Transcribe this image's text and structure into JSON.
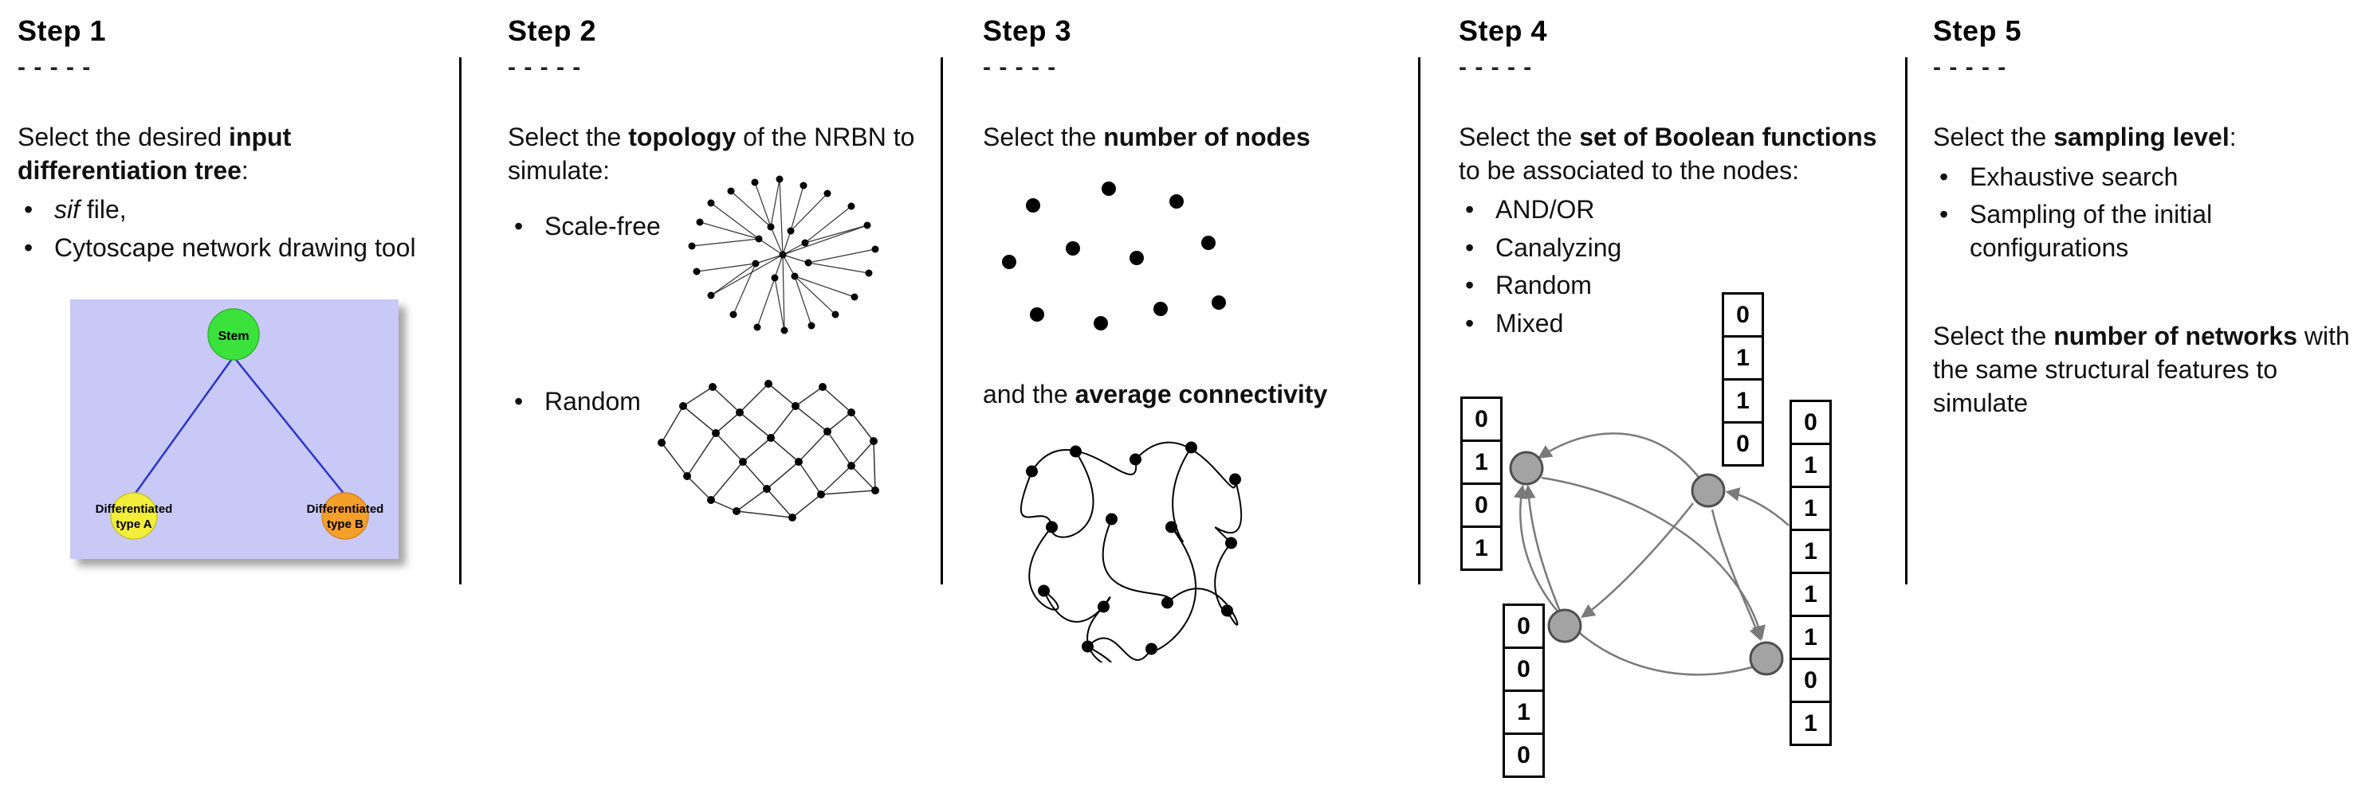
{
  "ui": {
    "bullet": "•"
  },
  "colors": {
    "tree_bg": "#c9c9f8",
    "stem_green": "#3ce23c",
    "type_a_yellow": "#f2ee3b",
    "type_b_orange": "#f59f2b",
    "edge_blue": "#2a35c8",
    "node_gray": "#a3a3a3",
    "arrow_gray": "#7a7a7a"
  },
  "s1": {
    "title": "Step 1",
    "dashes": "- - - - -",
    "intro_pre": "Select the desired ",
    "intro_bold": "input differentiation tree",
    "intro_post": ":",
    "bullet1_em": "sif",
    "bullet1_text": " file,",
    "bullet2": "Cytoscape network drawing tool",
    "tree": {
      "stem": "Stem",
      "a1": "Differentiated",
      "a2": "type A",
      "b1": "Differentiated",
      "b2": "type B"
    }
  },
  "s2": {
    "title": "Step 2",
    "dashes": "- - - - -",
    "intro_pre": "Select the ",
    "intro_bold": "topology",
    "intro_post": " of the NRBN to simulate:",
    "bullet1": "Scale-free",
    "bullet2": "Random"
  },
  "s3": {
    "title": "Step 3",
    "dashes": "- - - - -",
    "intro_pre": "Select the ",
    "intro_bold": "number of nodes",
    "intro_post": "",
    "second_pre": "and the ",
    "second_bold": "average connectivity",
    "second_post": ""
  },
  "s4": {
    "title": "Step 4",
    "dashes": "- - - - -",
    "intro_pre": "Select the ",
    "intro_bold": "set of Boolean functions",
    "intro_post": " to be associated to the nodes:",
    "bullets": [
      "AND/OR",
      "Canalyzing",
      "Random",
      "Mixed"
    ],
    "tables": {
      "left": [
        "0",
        "1",
        "0",
        "1"
      ],
      "top": [
        "0",
        "1",
        "1",
        "0"
      ],
      "bottom": [
        "0",
        "0",
        "1",
        "0"
      ],
      "right": [
        "0",
        "1",
        "1",
        "1",
        "1",
        "1",
        "0",
        "1"
      ]
    }
  },
  "s5": {
    "title": "Step 5",
    "dashes": "- - - - -",
    "intro_pre": "Select the ",
    "intro_bold": "sampling level",
    "intro_post": ":",
    "bullet1": "Exhaustive search",
    "bullet2": "Sampling of the initial configurations",
    "second_pre": "Select the ",
    "second_bold": "number of networks",
    "second_post": " with the same structural features to simulate"
  }
}
